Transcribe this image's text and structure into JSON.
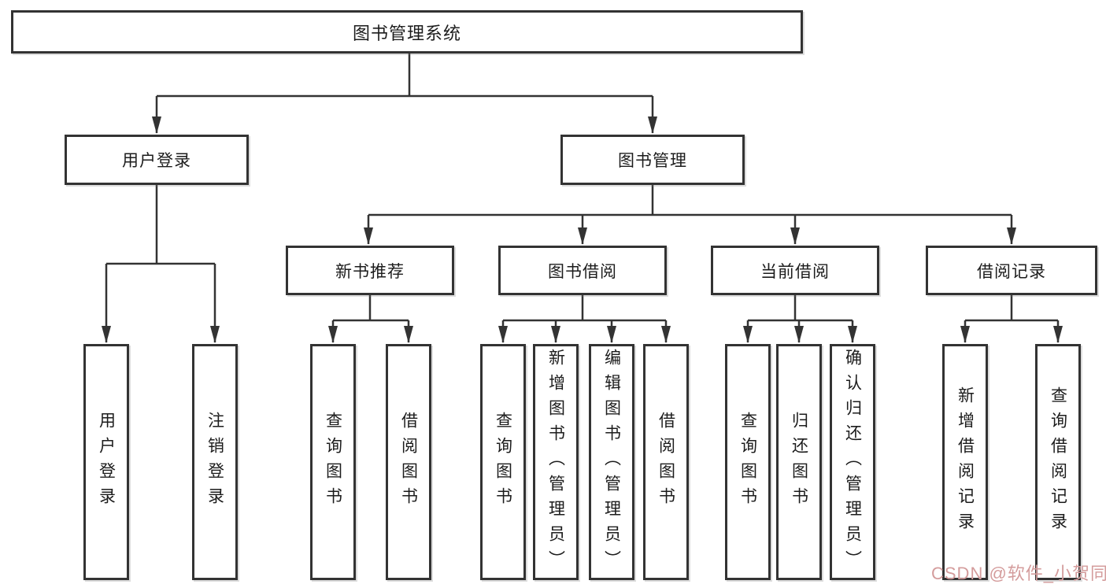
{
  "root": {
    "label": "图书管理系统"
  },
  "branches": [
    {
      "label": "用户登录",
      "children": [
        {
          "label": "用户登录"
        },
        {
          "label": "注销登录"
        }
      ]
    },
    {
      "label": "图书管理",
      "children": [
        {
          "label": "新书推荐",
          "children": [
            {
              "label": "查询图书"
            },
            {
              "label": "借阅图书"
            }
          ]
        },
        {
          "label": "图书借阅",
          "children": [
            {
              "label": "查询图书"
            },
            {
              "label": "新增图书（管理员）"
            },
            {
              "label": "编辑图书（管理员）"
            },
            {
              "label": "借阅图书"
            }
          ]
        },
        {
          "label": "当前借阅",
          "children": [
            {
              "label": "查询图书"
            },
            {
              "label": "归还图书"
            },
            {
              "label": "确认归还（管理员）"
            }
          ]
        },
        {
          "label": "借阅记录",
          "children": [
            {
              "label": "新增借阅记录"
            },
            {
              "label": "查询借阅记录"
            }
          ]
        }
      ]
    }
  ],
  "watermark": {
    "text": "CSDN @软件_小贺同学"
  },
  "colors": {
    "line": "#333333",
    "box_border": "#333333",
    "text": "#1c1c1c",
    "watermark": "#d49c9c",
    "background": "#ffffff"
  }
}
